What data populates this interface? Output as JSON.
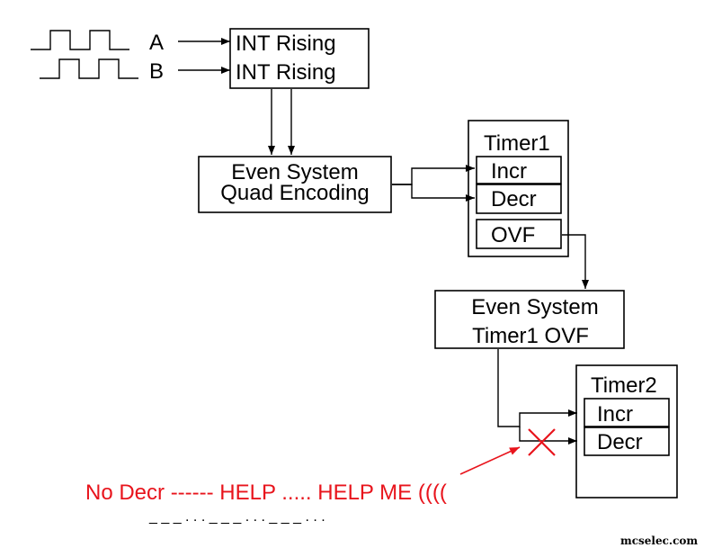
{
  "signals": {
    "a_label": "A",
    "b_label": "B"
  },
  "int_block": {
    "line1": "INT  Rising",
    "line2": "INT  Rising"
  },
  "quad_block": {
    "line1": "Even System",
    "line2": "Quad Encoding"
  },
  "timer1": {
    "title": "Timer1",
    "incr": "Incr",
    "decr": "Decr",
    "ovf": "OVF"
  },
  "ovf_block": {
    "line1": "Even System",
    "line2": "Timer1 OVF"
  },
  "timer2": {
    "title": "Timer2",
    "incr": "Incr",
    "decr": "Decr"
  },
  "annotation": {
    "text": "No Decr ------ HELP ..... HELP ME ((((",
    "morse": "_ _ _ . . . _ _ _ . . . _ _ _ . . ."
  },
  "watermark": "mcselec.com",
  "colors": {
    "line": "#000000",
    "annotation": "#e8141c"
  }
}
